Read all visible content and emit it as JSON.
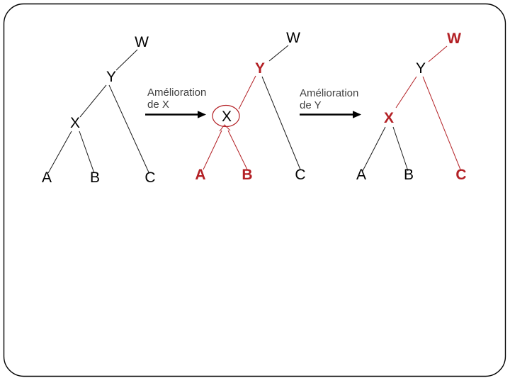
{
  "colors": {
    "background": "#ffffff",
    "border": "#000000",
    "black": "#000000",
    "red": "#b32025",
    "edge": "#1a1a1a",
    "label": "#3f3f3f",
    "arrow": "#000000"
  },
  "trees": {
    "initial": {
      "w": "W",
      "y": "Y",
      "x": "X",
      "a": "A",
      "b": "B",
      "c": "C"
    },
    "after_improve_x": {
      "w": "W",
      "y": "Y",
      "x": "X",
      "a": "A",
      "b": "B",
      "c": "C"
    },
    "after_improve_y": {
      "w": "W",
      "y": "Y",
      "x": "X",
      "a": "A",
      "b": "B",
      "c": "C"
    }
  },
  "arrows": {
    "improve_x": {
      "line1": "Amélioration",
      "line2": "de X"
    },
    "improve_y": {
      "line1": "Amélioration",
      "line2": "de Y"
    }
  }
}
